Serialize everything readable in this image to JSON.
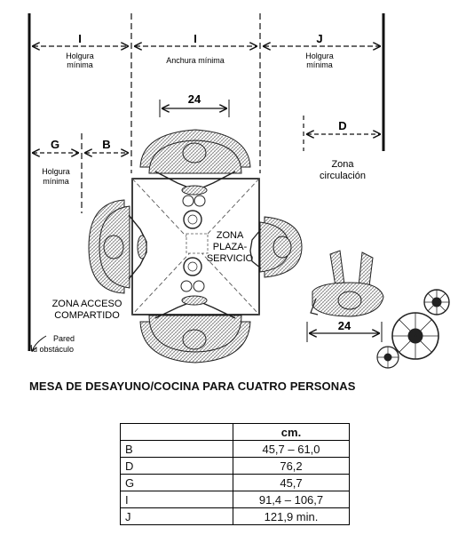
{
  "dimensions": {
    "I_left": {
      "letter": "I",
      "caption_1": "Holgura",
      "caption_2": "mínima"
    },
    "I_mid": {
      "letter": "I",
      "caption_1": "Anchura mínima"
    },
    "J": {
      "letter": "J",
      "caption_1": "Holgura",
      "caption_2": "mínima"
    },
    "G": {
      "letter": "G",
      "caption_1": "Holgura",
      "caption_2": "mínima"
    },
    "B": {
      "letter": "B"
    },
    "D": {
      "letter": "D"
    },
    "width_top": {
      "value": "24"
    },
    "width_bottom": {
      "value": "24"
    }
  },
  "zones": {
    "circulacion": {
      "line1": "Zona",
      "line2": "circulación"
    },
    "plaza": {
      "line1": "ZONA",
      "line2": "PLAZA-",
      "line3": "SERVICIO"
    },
    "acceso": {
      "line1": "ZONA ACCESO",
      "line2": "COMPARTIDO"
    },
    "pared": {
      "line1": "Pared",
      "line2": "u obstáculo"
    }
  },
  "caption": "MESA DE DESAYUNO/COCINA PARA CUATRO PERSONAS",
  "table": {
    "header_unit": "cm.",
    "rows": [
      {
        "code": "B",
        "value": "45,7 – 61,0"
      },
      {
        "code": "D",
        "value": "76,2"
      },
      {
        "code": "G",
        "value": "45,7"
      },
      {
        "code": "I",
        "value": "91,4 – 106,7"
      },
      {
        "code": "J",
        "value": "121,9 min."
      }
    ]
  }
}
